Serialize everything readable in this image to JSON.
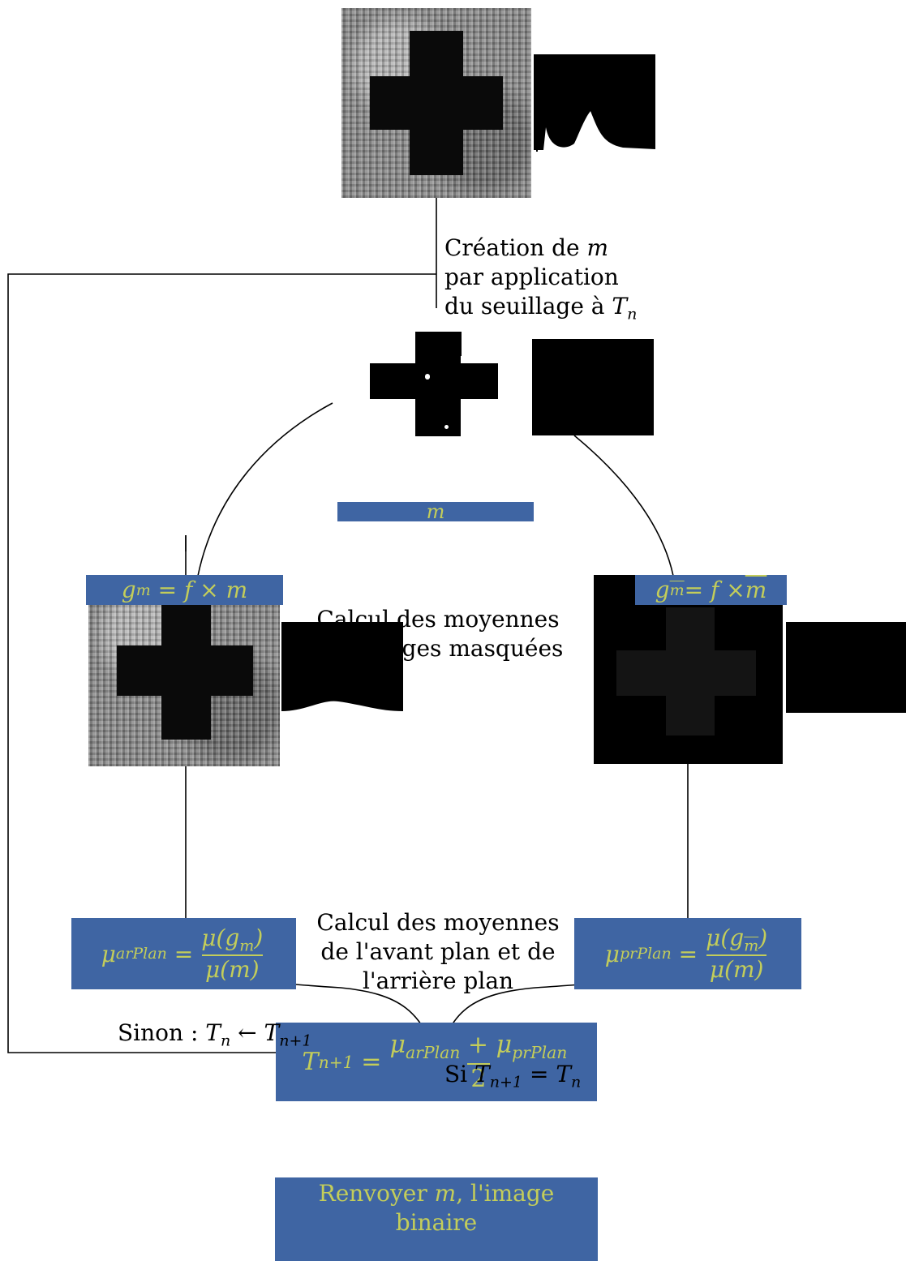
{
  "labels": {
    "threshold_step_pre": "Création de ",
    "threshold_step_var": "m",
    "threshold_step_post": " par application du seuillage à ",
    "threshold_step_T": "T",
    "threshold_step_sub": "n",
    "mean_masked": "Calcul des moyennes des images masquées",
    "mean_fg_bg": "Calcul des moyennes de l'avant plan et de l'arrière plan",
    "else_pre": "Sinon : ",
    "if_pre": "Si "
  },
  "boxes": {
    "m": "m",
    "gm": "g",
    "gm_sub": "m",
    "gm_rest": " = f × m",
    "gmbar": "g",
    "gmbar_rest": " = f × ",
    "mu_ar_lhs": "μ",
    "mu_ar_sub": "arPlan",
    "mu_ar_num": "μ(g",
    "mu_ar_den": "μ(m)",
    "mu_pr_lhs": "μ",
    "mu_pr_sub": "prPlan",
    "mu_pr_num": "μ(g",
    "mu_pr_den": "μ(",
    "tn1_lhs": "T",
    "tn1_sub": "n+1",
    "tn1_num_a": "μ",
    "tn1_num_a_sub": "arPlan",
    "tn1_num_b": "μ",
    "tn1_num_b_sub": "prPlan",
    "tn1_den": "2",
    "return_pre": "Renvoyer ",
    "return_var": "m",
    "return_post": ", l'image binaire"
  },
  "colors": {
    "box_fill": "#3f65a3",
    "box_text": "#c3cd5a",
    "line": "#000000"
  }
}
